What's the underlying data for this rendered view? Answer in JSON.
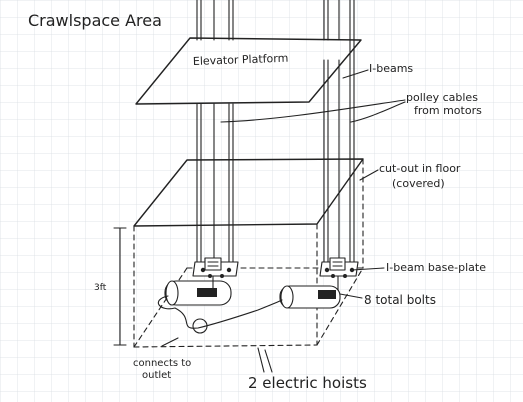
{
  "diagram": {
    "title": "Crawlspace Area",
    "labels": {
      "platform": "Elevator Platform",
      "ibeams": "I-beams",
      "cables_line1": "polley cables",
      "cables_line2": "from motors",
      "cutout_line1": "cut-out in floor",
      "cutout_line2": "(covered)",
      "baseplate": "I-beam base-plate",
      "height": "3ft",
      "bolts": "8 total bolts",
      "outlet_line1": "connects to",
      "outlet_line2": "outlet",
      "hoists": "2 electric hoists"
    },
    "colors": {
      "ink": "#222222",
      "grid": "#d9dde3",
      "paper": "#ffffff"
    }
  }
}
